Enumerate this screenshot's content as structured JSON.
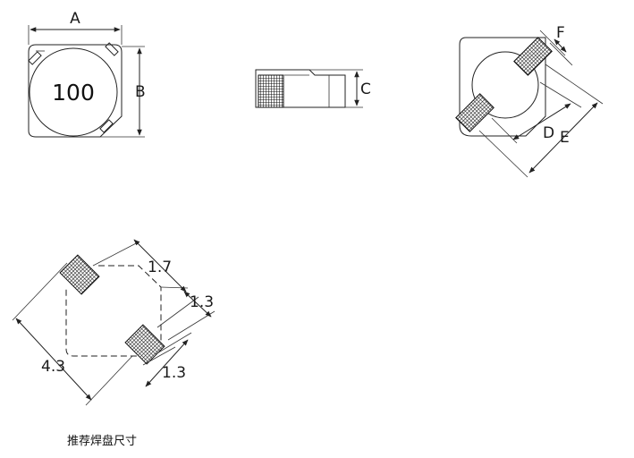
{
  "top_view": {
    "label_a": "A",
    "label_b": "B",
    "marking": "100"
  },
  "side_view": {
    "label_c": "C"
  },
  "angled_view": {
    "label_d": "D",
    "label_e": "E",
    "label_f": "F"
  },
  "land_pattern": {
    "dim_length": "1.7",
    "dim_width_1": "1.3",
    "dim_width_2": "1.3",
    "dim_span": "4.3",
    "caption": "推荐焊盘尺寸"
  },
  "colors": {
    "line": "#222222",
    "hatch": "#111111",
    "background": "#ffffff"
  }
}
